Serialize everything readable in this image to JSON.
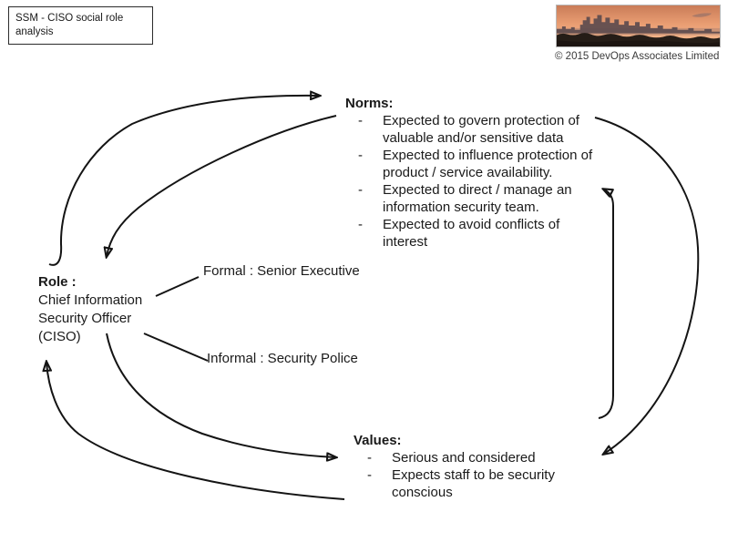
{
  "slide": {
    "title_box": "SSM - CISO social role analysis",
    "copyright": "© 2015 DevOps Associates Limited",
    "photo": "city-skyline-at-sunset"
  },
  "role": {
    "heading": "Role :",
    "line1": "Chief Information",
    "line2": "Security Officer",
    "line3": "(CISO)"
  },
  "formal_label": "Formal : Senior Executive",
  "informal_label": "Informal : Security Police",
  "norms": {
    "heading": "Norms:",
    "items": [
      "Expected to govern protection of valuable and/or sensitive data",
      "Expected to influence protection of product / service availability.",
      "Expected to direct / manage an information security team.",
      "Expected to avoid conflicts of interest"
    ]
  },
  "values": {
    "heading": "Values:",
    "items": [
      "Serious and considered",
      "Expects staff to be security conscious"
    ]
  },
  "colors": {
    "ink": "#141414",
    "sky_top": "#c97c58",
    "sky_bottom": "#f2b287",
    "foreground_silhouette": "#251d17",
    "building_silhouette": "#5c4b4e"
  }
}
